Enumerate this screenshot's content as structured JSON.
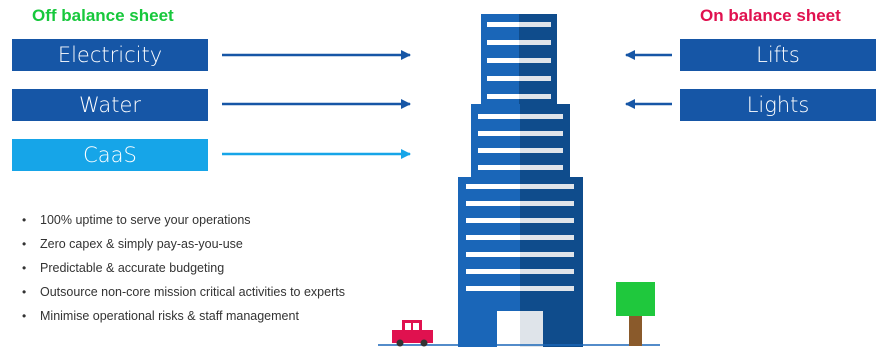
{
  "off_balance": {
    "heading": "Off balance sheet",
    "items": [
      "Electricity",
      "Water",
      "CaaS"
    ]
  },
  "on_balance": {
    "heading": "On balance sheet",
    "items": [
      "Lifts",
      "Lights"
    ]
  },
  "benefits": [
    "100% uptime to serve your operations",
    "Zero capex & simply pay-as-you-use",
    "Predictable & accurate budgeting",
    "Outsource non-core mission critical activities to experts",
    "Minimise operational risks & staff management"
  ],
  "colors": {
    "off_heading": "#17c83c",
    "on_heading": "#e0114f",
    "dark_blue": "#1656a6",
    "light_blue": "#16a5e8",
    "building_dark": "#0f4c8c",
    "building_light": "#1a66b8",
    "car": "#e0114f",
    "tree_crown": "#1fc83d",
    "tree_trunk": "#8a5a2b"
  }
}
